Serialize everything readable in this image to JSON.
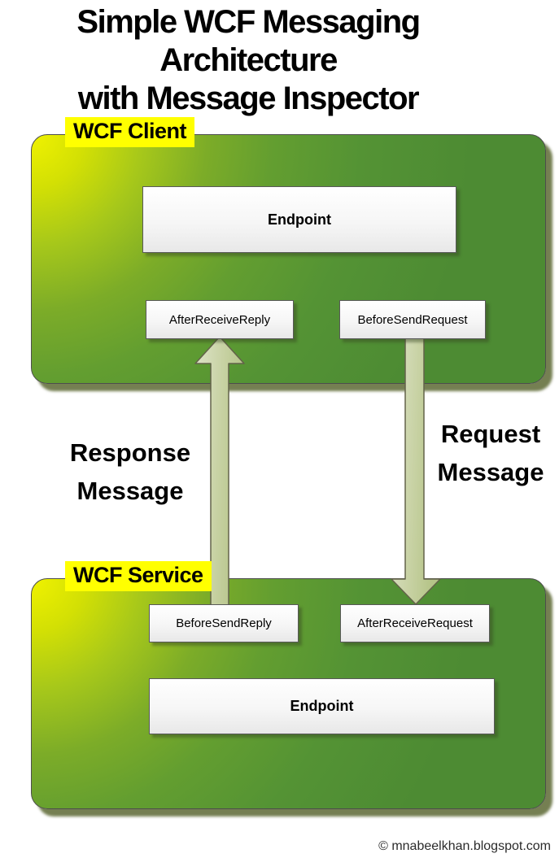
{
  "title": {
    "line1": "Simple WCF Messaging Architecture",
    "line2": "with Message Inspector"
  },
  "client": {
    "label": "WCF Client",
    "endpoint_label": "Endpoint",
    "after_receive_reply_label": "AfterReceiveReply",
    "before_send_request_label": "BeforeSendRequest"
  },
  "service": {
    "label": "WCF Service",
    "before_send_reply_label": "BeforeSendReply",
    "after_receive_request_label": "AfterReceiveRequest",
    "endpoint_label": "Endpoint"
  },
  "messages": {
    "response": {
      "line1": "Response",
      "line2": "Message"
    },
    "request": {
      "line1": "Request",
      "line2": "Message"
    }
  },
  "footer": {
    "credit": "©  mnabeelkhan.blogspot.com"
  },
  "colors": {
    "highlight_yellow": "#ffff00",
    "group_gradient_start": "#f0f200",
    "group_gradient_end": "#4d8b33",
    "arrow_fill_light": "#dde3c8",
    "arrow_fill_dark": "#b5c488",
    "arrow_stroke": "#63634a",
    "text": "#000000"
  }
}
